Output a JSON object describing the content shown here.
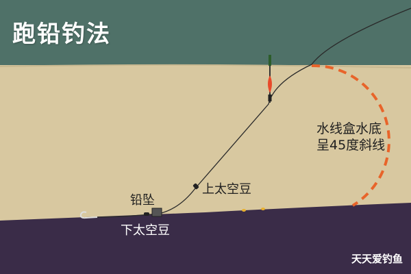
{
  "title": "跑铅钓法",
  "labels": {
    "sinker": "铅坠",
    "upper_bean": "上太空豆",
    "lower_bean": "下太空豆",
    "angle_note_line1": "水线盒水底",
    "angle_note_line2": "呈45度斜线"
  },
  "watermark": "天天爱钓鱼",
  "colors": {
    "sky": "#4f7168",
    "water": "#d8c8a0",
    "bottom": "#3a2c48",
    "arc": "#e8642a",
    "float_tip": "#e84a2a"
  },
  "icons": [
    "float-icon",
    "sinker-icon",
    "hook-icon",
    "bead-icon"
  ]
}
